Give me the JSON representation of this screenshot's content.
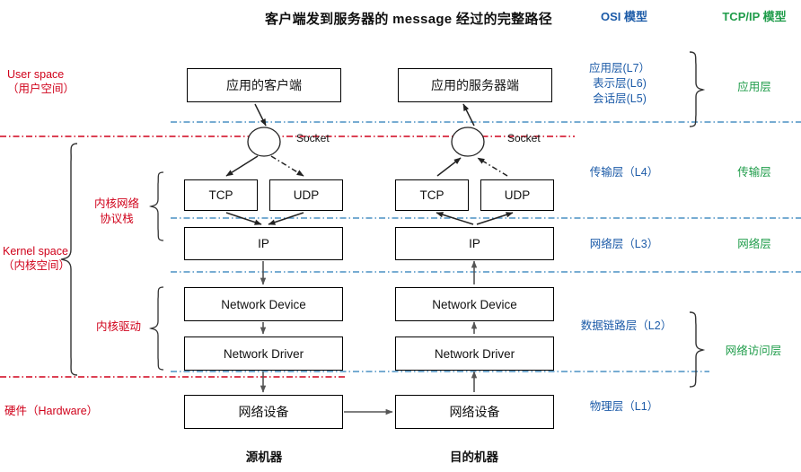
{
  "title": "客户端发到服务器的  message  经过的完整路径",
  "headers": {
    "osi": "OSI  模型",
    "tcpip": "TCP/IP  模型"
  },
  "colors": {
    "osi_blue": "#1c5ba8",
    "tcpip_green": "#1f9c4a",
    "zone_red": "#d0021b",
    "divider_blue": "#4a90c4",
    "divider_red": "#d0021b",
    "box_border": "#000000",
    "arrow": "#333333"
  },
  "zones": {
    "user_space": "User space\n（用户空间）",
    "user_space_en": "User space",
    "user_space_cn": "（用户空间）",
    "kernel_space_en": "Kernel space",
    "kernel_space_cn": "（内核空间）",
    "hardware": "硬件（Hardware）",
    "kernel_net_stack": "内核网络\n协议栈",
    "kernel_net_stack_l1": "内核网络",
    "kernel_net_stack_l2": "协议栈",
    "kernel_driver": "内核驱动"
  },
  "osi_layers": {
    "application_l7": "应用层(L7）",
    "presentation_l6": "表示层(L6)",
    "session_l5": "会话层(L5)",
    "transport_l4": "传输层（L4）",
    "network_l3": "网络层（L3）",
    "datalink_l2": "数据链路层（L2）",
    "physical_l1": "物理层（L1）"
  },
  "tcpip_layers": {
    "application": "应用层",
    "transport": "传输层",
    "network": "网络层",
    "network_access": "网络访问层"
  },
  "source_machine": {
    "caption": "源机器",
    "app": "应用的客户端",
    "socket": "Socket",
    "tcp": "TCP",
    "udp": "UDP",
    "ip": "IP",
    "network_device": "Network Device",
    "network_driver": "Network Driver",
    "hardware_device": "网络设备"
  },
  "dest_machine": {
    "caption": "目的机器",
    "app": "应用的服务器端",
    "socket": "Socket",
    "tcp": "TCP",
    "udp": "UDP",
    "ip": "IP",
    "network_device": "Network Device",
    "network_driver": "Network Driver",
    "hardware_device": "网络设备"
  }
}
